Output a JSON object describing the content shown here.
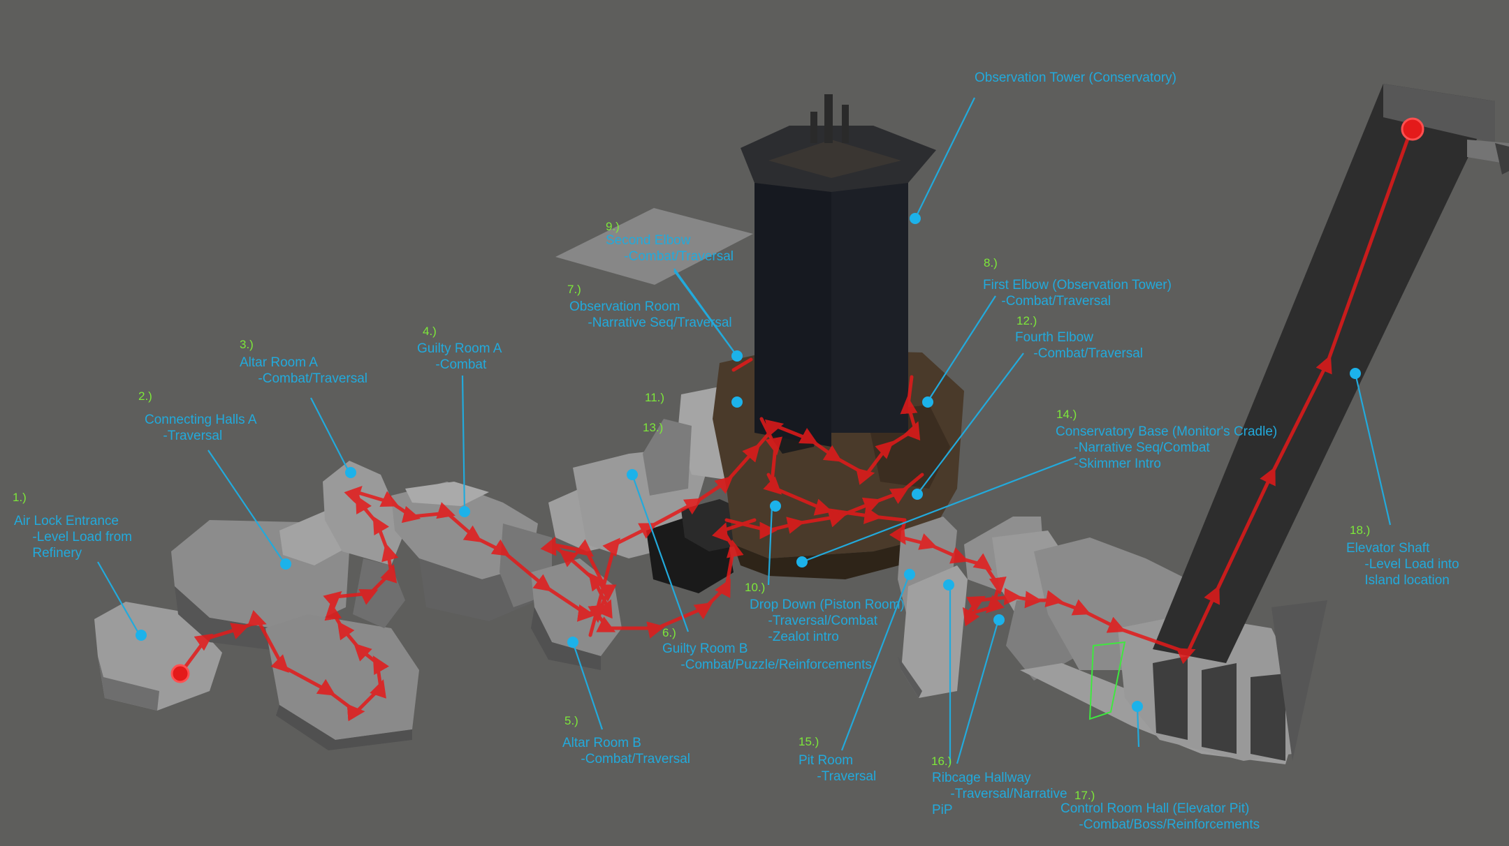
{
  "colors": {
    "background": "#5e5e5c",
    "label_text": "#22aadc",
    "number_text": "#7de83a",
    "marker": "#1cb2ea",
    "path": "#e41a1a",
    "geometry_light": "#9a9a9a",
    "tower": "#1c1f26"
  },
  "icons": [
    "start-point-icon",
    "end-point-icon",
    "marker-dot-icon",
    "path-arrow-icon"
  ],
  "locations": [
    {
      "num": "1.)",
      "lines": [
        "Air Lock Entrance",
        "     -Level Load from",
        "     Refinery"
      ]
    },
    {
      "num": "2.)",
      "lines": [
        "Connecting Halls A",
        "     -Traversal"
      ]
    },
    {
      "num": "3.)",
      "lines": [
        "Altar Room A",
        "     -Combat/Traversal"
      ]
    },
    {
      "num": "4.)",
      "lines": [
        "Guilty Room A",
        "     -Combat"
      ]
    },
    {
      "num": "5.)",
      "lines": [
        "Altar Room B",
        "     -Combat/Traversal"
      ]
    },
    {
      "num": "6.)",
      "lines": [
        "Guilty Room B",
        "     -Combat/Puzzle/Reinforcements"
      ]
    },
    {
      "num": "7.)",
      "lines": [
        "Observation Room",
        "     -Narrative Seq/Traversal"
      ]
    },
    {
      "num": "8.)",
      "lines": [
        "First Elbow (Observation Tower)",
        "     -Combat/Traversal"
      ]
    },
    {
      "num": "9.)",
      "lines": [
        "Second Elbow",
        "     -Combat/Traversal"
      ]
    },
    {
      "num": "10.)",
      "lines": [
        "Drop Down (Piston Room)",
        "     -Traversal/Combat",
        "     -Zealot intro"
      ]
    },
    {
      "num": "11.)",
      "lines": []
    },
    {
      "num": "12.)",
      "lines": [
        "Fourth Elbow",
        "     -Combat/Traversal"
      ]
    },
    {
      "num": "13.)",
      "lines": []
    },
    {
      "num": "14.)",
      "lines": [
        "Conservatory Base (Monitor's Cradle)",
        "     -Narrative Seq/Combat",
        "     -Skimmer Intro"
      ]
    },
    {
      "num": "15.)",
      "lines": [
        "Pit Room",
        "     -Traversal"
      ]
    },
    {
      "num": "16.)",
      "lines": [
        "Ribcage Hallway",
        "     -Traversal/Narrative",
        "PiP"
      ]
    },
    {
      "num": "17.)",
      "lines": [
        "Control Room Hall (Elevator Pit)",
        "     -Combat/Boss/Reinforcements"
      ]
    },
    {
      "num": "18.)",
      "lines": [
        "Elevator Shaft",
        "     -Level Load into",
        "     Island location"
      ]
    }
  ],
  "tower_label": "Observation Tower (Conservatory)"
}
